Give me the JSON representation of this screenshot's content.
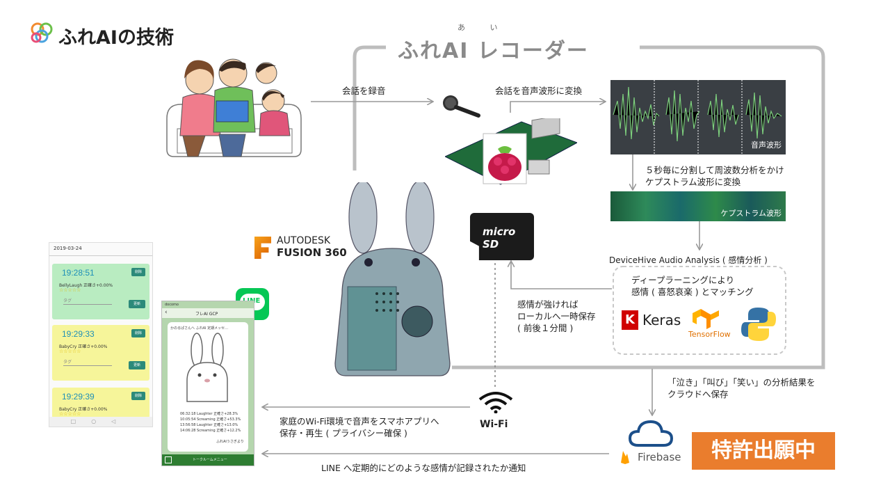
{
  "title": "ふれAIの技術",
  "recorder": {
    "title": "ふれAI レコーダー",
    "ruby": "あ い"
  },
  "flow": {
    "record": "会話を録音",
    "to_waveform": "会話を音声波形に変換",
    "split": "５秒毎に分割して周波数分析をかけ\nケプストラム波形に変換",
    "waveform_caption": "音声波形",
    "cepstrum_caption": "ケプストラム波形",
    "analysis_title": "DeviceHive Audio Analysis ( 感情分析 )",
    "deep_learning": "ディープラーニングにより\n感情 ( 喜怒哀楽 ) とマッチング",
    "local_save": "感情が強ければ\nローカルへ一時保存\n( 前後１分間 )",
    "cloud_save": "「泣き」「叫び」「笑い」の分析結果を\nクラウドへ保存",
    "wifi_app": "家庭のWi-Fi環境で音声をスマホアプリへ\n保存・再生 ( プライバシー確保 )",
    "line_notify": "LINE へ定期的にどのような感情が記録されたか通知"
  },
  "logos": {
    "fusion_top": "AUTODESK",
    "fusion_bottom": "FUSION 360",
    "microsd": "micro SD",
    "wifi": "Wi-Fi",
    "keras": "Keras",
    "tensorflow": "TensorFlow",
    "firebase": "Firebase",
    "line": "LINE"
  },
  "patent": "特許出願中",
  "app": {
    "date": "2019-03-24",
    "entries": [
      {
        "time": "19:28:51",
        "detail": "BellyLaugh 正確さ+0.00%",
        "stars": "☆☆☆☆☆",
        "tag": "タグ",
        "delete": "削除",
        "update": "更新",
        "color": "#b9ecc1"
      },
      {
        "time": "19:29:33",
        "detail": "BabyCry 正確さ+0.00%",
        "stars": "☆☆☆☆☆",
        "tag": "タグ",
        "delete": "削除",
        "update": "更新",
        "color": "#f6f59a"
      },
      {
        "time": "19:29:39",
        "detail": "BabyCry 正確さ+0.00%",
        "stars": "☆☆☆☆☆",
        "tag": "",
        "delete": "削除",
        "update": "",
        "color": "#f6f59a"
      }
    ]
  },
  "line_chat": {
    "header": "フレAI GCP",
    "carrier": "docomo",
    "message_head": "かのるぱさんへ ふれAI 定期メッセ…",
    "log": [
      "06:32:18 Laughter 正確さ+28.3%",
      "10:05:54 Screaming 正確さ+53.3%",
      "13:56:58 Laughter 正確さ+13.0%",
      "14:06:28 Screaming 正確さ+12.2%"
    ],
    "signature": "ふれAIうさぎより",
    "footer": "トークルームメニュー"
  },
  "colors": {
    "patent": "#ea7d2d",
    "arrow": "#a0a0a0",
    "waveform": "#6ec26e",
    "line_green": "#06c755"
  }
}
